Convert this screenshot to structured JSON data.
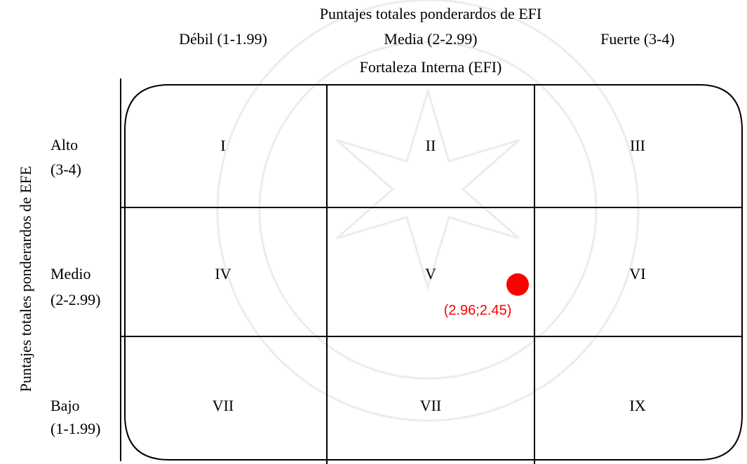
{
  "header": {
    "title": "Puntajes totales ponderardos de EFI",
    "subtitle": "Fortaleza Interna (EFI)",
    "columns": [
      "Débil (1-1.99)",
      "Media (2-2.99)",
      "Fuerte (3-4)"
    ]
  },
  "side": {
    "axis_label": "Puntajes totales ponderardos de EFE",
    "rows": [
      {
        "line1": "Alto",
        "line2": "(3-4)"
      },
      {
        "line1": "Medio",
        "line2": "(2-2.99)"
      },
      {
        "line1": "Bajo",
        "line2": "(1-1.99)"
      }
    ]
  },
  "cells": [
    "I",
    "II",
    "III",
    "IV",
    "V",
    "VI",
    "VII",
    "VII",
    "IX"
  ],
  "marker": {
    "efi": 2.96,
    "efe": 2.45,
    "label": "(2.96;2.45)",
    "color": "#ff0000"
  },
  "colors": {
    "lines": "#000000",
    "watermark": "#e6e6e6"
  }
}
